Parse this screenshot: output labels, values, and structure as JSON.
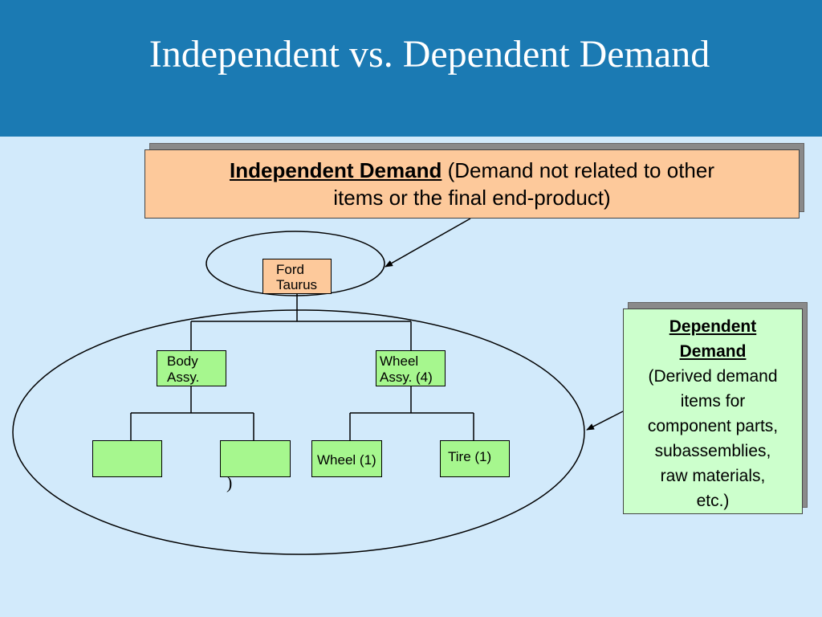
{
  "title": "Independent vs. Dependent Demand",
  "independent_callout": {
    "term": "Independent Demand",
    "line1_rest": " (Demand not related to other",
    "line2": "items or the final end-product)"
  },
  "dependent_callout": {
    "term_line1": "Dependent",
    "term_line2": "Demand",
    "lines": [
      "(Derived demand",
      "items for",
      "component parts,",
      "subassemblies,",
      "raw materials,",
      "etc.)"
    ]
  },
  "nodes": {
    "ford_taurus": [
      "Ford",
      "Taurus"
    ],
    "body_assy": [
      "Body",
      "Assy."
    ],
    "wheel_assy": [
      "Wheel",
      "Assy. (4)"
    ],
    "wheel": "Wheel (1)",
    "tire": "Tire (1)"
  },
  "stray_mark": ")",
  "colors": {
    "header": "#1b7ab3",
    "background": "#d2eafb",
    "independent_box": "#fdc99b",
    "dependent_box": "#ccffcc",
    "component_node": "#a6f78e"
  }
}
